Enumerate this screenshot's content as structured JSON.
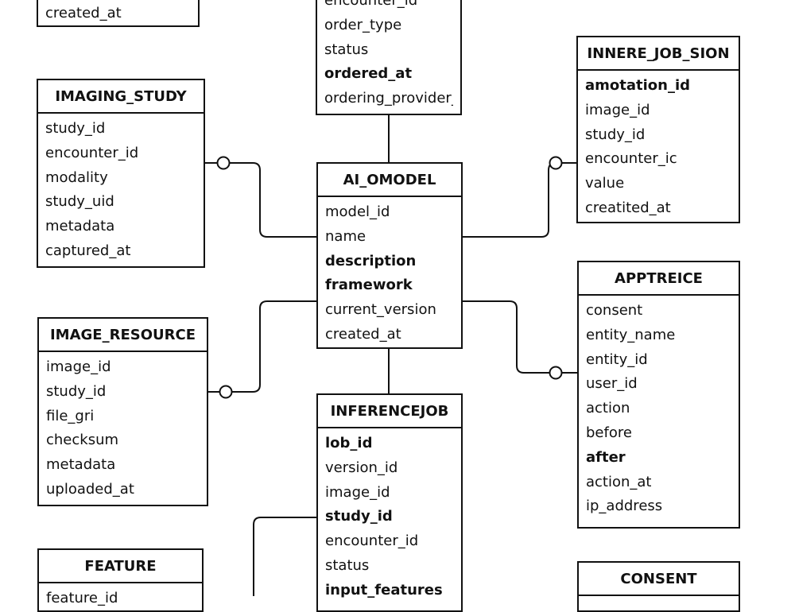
{
  "entities": {
    "top_left": {
      "fields": [
        "created_at"
      ]
    },
    "orders": {
      "fields": [
        "encounter_id",
        "order_type",
        "status",
        "ordered_at",
        "ordering_provider_i"
      ]
    },
    "innere_job_sion": {
      "title": "INNERE_JOB_SION",
      "fields": [
        "amotation_id",
        "image_id",
        "study_id",
        "encounter_ic",
        "value",
        "creatited_at"
      ]
    },
    "imaging_study": {
      "title": "IMAGING_STUDY",
      "fields": [
        "study_id",
        "encounter_id",
        "modality",
        "study_uid",
        "metadata",
        "captured_at"
      ]
    },
    "ai_omodel": {
      "title": "AI_OMODEL",
      "fields": [
        "model_id",
        "name",
        "description",
        "framework",
        "current_version",
        "created_at"
      ]
    },
    "apptreice": {
      "title": "APPTREICE",
      "fields": [
        "consent",
        "entity_name",
        "entity_id",
        "user_id",
        "action",
        "before",
        "after",
        "action_at",
        "ip_address"
      ]
    },
    "image_resource": {
      "title": "IMAGE_RESOURCE",
      "fields": [
        "image_id",
        "study_id",
        "file_gri",
        "checksum",
        "metadata",
        "uploaded_at"
      ]
    },
    "inferencejob": {
      "title": "INFERENCEJOB",
      "fields": [
        "lob_id",
        "version_id",
        "image_id",
        "study_id",
        "encounter_id",
        "status",
        "input_features"
      ]
    },
    "feature": {
      "title": "FEATURE",
      "fields": [
        "feature_id"
      ]
    },
    "consent": {
      "title": "CONSENT",
      "fields": []
    }
  }
}
